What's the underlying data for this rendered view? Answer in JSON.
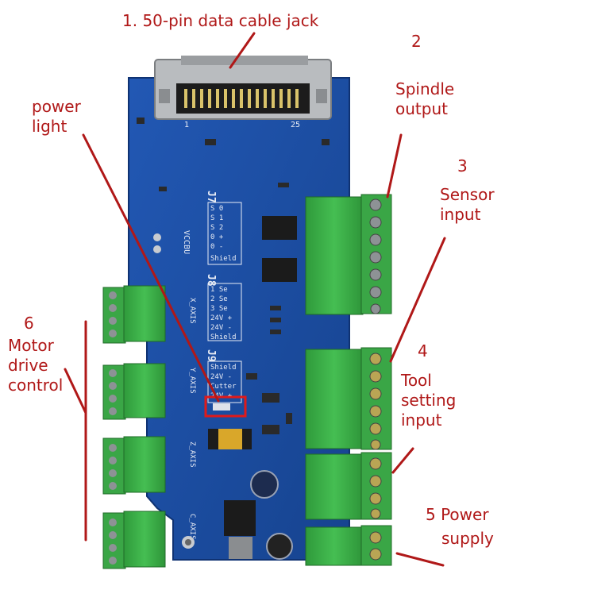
{
  "labels": {
    "data_cable": "1. 50-pin data cable jack",
    "spindle_num": "2",
    "spindle": "Spindle\noutput",
    "sensor_num": "3",
    "sensor": "Sensor\ninput",
    "power_light": "power\nlight",
    "motor_num": "6",
    "motor": "Motor\ndrive\ncontrol",
    "tool_num": "4",
    "tool": "Tool\nsetting\ninput",
    "power_supply_num": "5 Power",
    "power_supply": "supply"
  },
  "silkscreen": {
    "j7": "J7",
    "j7_rows": [
      "S 0",
      "S 1",
      "S 2",
      "0 +",
      "0 -",
      "Shield"
    ],
    "j8": "J8",
    "j8_rows": [
      "1 Se",
      "2 Se",
      "3 Se",
      "24V +",
      "24V -",
      "Shield"
    ],
    "j9": "J9",
    "j9_rows": [
      "Shield",
      "24V -",
      "Cutter",
      "24V +"
    ],
    "axes": [
      "X_AXIS",
      "Y_AXIS",
      "Z_AXIS",
      "C_AXIS"
    ],
    "vccbu": "VCCBU",
    "pin_1": "1",
    "pin_25": "25"
  },
  "colors": {
    "board": "#1a4fa6",
    "terminal": "#3cb34a",
    "annotation": "#b01818",
    "highlight": "#e01a1a"
  }
}
